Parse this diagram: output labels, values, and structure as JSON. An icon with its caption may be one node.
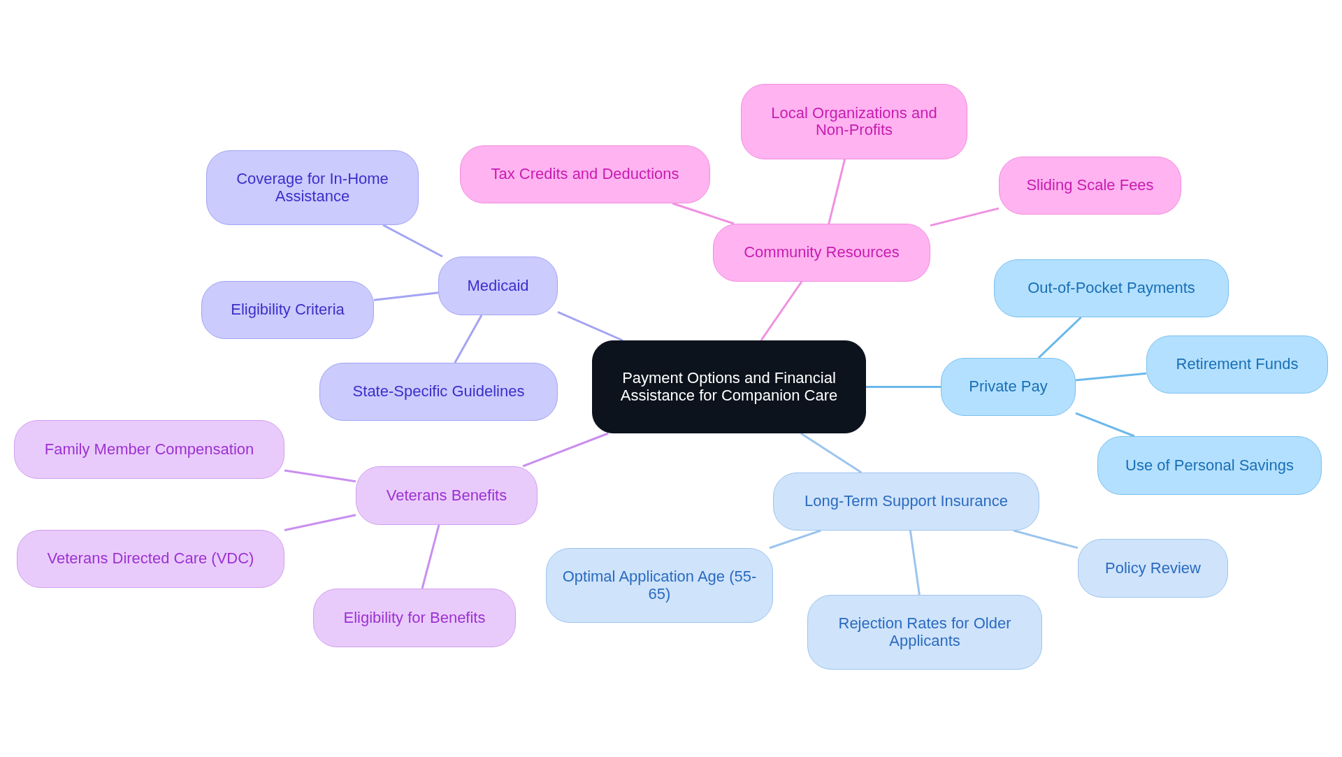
{
  "diagram": {
    "nodes": [
      {
        "text": [
          "Payment Options and Financial Assistance for Companion Care"
        ]
      },
      {
        "text": [
          "Medicaid"
        ]
      },
      {
        "text": [
          "Coverage for In-Home Assistance"
        ]
      },
      {
        "text": [
          "Eligibility Criteria"
        ]
      },
      {
        "text": [
          "State-Specific Guidelines"
        ]
      },
      {
        "text": [
          "Community Resources"
        ]
      },
      {
        "text": [
          "Tax Credits and Deductions"
        ]
      },
      {
        "text": [
          "Local Organizations and Non-Profits"
        ]
      },
      {
        "text": [
          "Sliding Scale Fees"
        ]
      },
      {
        "text": [
          "Private Pay"
        ]
      },
      {
        "text": [
          "Out-of-Pocket Payments"
        ]
      },
      {
        "text": [
          "Retirement Funds"
        ]
      },
      {
        "text": [
          "Use of Personal Savings"
        ]
      },
      {
        "text": [
          "Long-Term Support Insurance"
        ]
      },
      {
        "text": [
          "Optimal Application Age (55-65)"
        ]
      },
      {
        "text": [
          "Rejection Rates for Older Applicants"
        ]
      },
      {
        "text": [
          "Policy Review"
        ]
      },
      {
        "text": [
          "Veterans Benefits"
        ]
      },
      {
        "text": [
          "Family Member Compensation"
        ]
      },
      {
        "text": [
          "Veterans Directed Care (VDC)"
        ]
      },
      {
        "text": [
          "Eligibility for Benefits"
        ]
      }
    ],
    "edges": [
      {
        "from": 0,
        "to": 1,
        "arrow": "none",
        "color": "#a3a3f5"
      },
      {
        "from": 1,
        "to": 2,
        "arrow": "none",
        "color": "#a3a3f5"
      },
      {
        "from": 1,
        "to": 3,
        "arrow": "none",
        "color": "#a3a3f5"
      },
      {
        "from": 1,
        "to": 4,
        "arrow": "none",
        "color": "#a3a3f5"
      },
      {
        "from": 0,
        "to": 5,
        "arrow": "none",
        "color": "#f08fe0"
      },
      {
        "from": 5,
        "to": 6,
        "arrow": "none",
        "color": "#f08fe0"
      },
      {
        "from": 5,
        "to": 7,
        "arrow": "none",
        "color": "#f08fe0"
      },
      {
        "from": 5,
        "to": 8,
        "arrow": "none",
        "color": "#f08fe0"
      },
      {
        "from": 0,
        "to": 9,
        "arrow": "none",
        "color": "#6bb8ea"
      },
      {
        "from": 9,
        "to": 10,
        "arrow": "none",
        "color": "#6bb8ea"
      },
      {
        "from": 9,
        "to": 11,
        "arrow": "none",
        "color": "#6bb8ea"
      },
      {
        "from": 9,
        "to": 12,
        "arrow": "none",
        "color": "#6bb8ea"
      },
      {
        "from": 0,
        "to": 13,
        "arrow": "none",
        "color": "#9dc4ef"
      },
      {
        "from": 13,
        "to": 14,
        "arrow": "none",
        "color": "#9dc4ef"
      },
      {
        "from": 13,
        "to": 15,
        "arrow": "none",
        "color": "#9dc4ef"
      },
      {
        "from": 13,
        "to": 16,
        "arrow": "none",
        "color": "#9dc4ef"
      },
      {
        "from": 0,
        "to": 17,
        "arrow": "none",
        "color": "#c98ff0"
      },
      {
        "from": 17,
        "to": 18,
        "arrow": "none",
        "color": "#c98ff0"
      },
      {
        "from": 17,
        "to": 19,
        "arrow": "none",
        "color": "#c98ff0"
      },
      {
        "from": 17,
        "to": 20,
        "arrow": "none",
        "color": "#c98ff0"
      }
    ]
  }
}
